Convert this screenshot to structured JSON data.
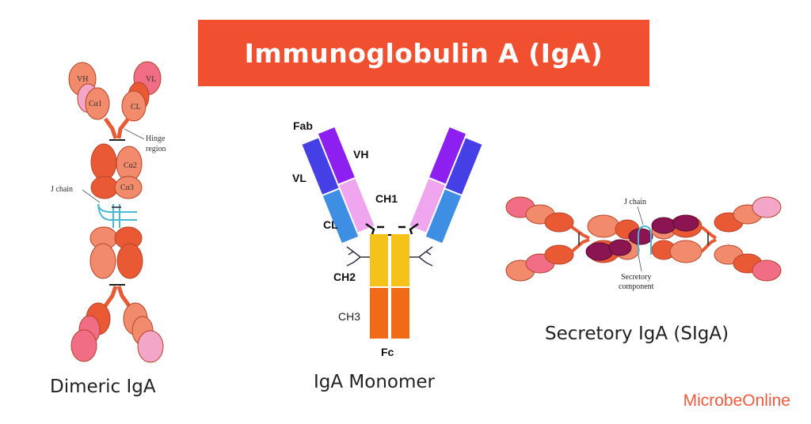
{
  "title": "Immunoglobulin A (IgA)",
  "captions": {
    "dimeric": "Dimeric IgA",
    "monomer": "IgA Monomer",
    "secretory": "Secretory IgA (SIgA)"
  },
  "brand": "MicrobeOnline",
  "dimeric_labels": {
    "vh": "VH",
    "vl": "VL",
    "ca1": "Cα1",
    "cl": "CL",
    "ca2": "Cα2",
    "ca3": "Cα3",
    "hinge_line1": "Hinge",
    "hinge_line2": "region",
    "j_chain": "J chain"
  },
  "monomer_labels": {
    "fab": "Fab",
    "vh": "VH",
    "vl": "VL",
    "ch1": "CH1",
    "cl": "CL",
    "ch2": "CH2",
    "ch3": "CH3",
    "fc": "Fc"
  },
  "secretory_labels": {
    "j_chain": "J chain",
    "secretory_line1": "Secretory",
    "secretory_line2": "component"
  },
  "colors": {
    "banner": "#f04f30",
    "orange_domain": "#e95a34",
    "salmon_domain": "#f18b6b",
    "pink_domain": "#f16d86",
    "light_pink": "#f3a6c8",
    "j_chain": "#49b8d2",
    "secretory_component": "#8a1552",
    "monomer_purple": "#8d1ff0",
    "monomer_blue": "#4540e6",
    "monomer_lightblue": "#3e8fe4",
    "monomer_lightpink": "#efa6ef",
    "monomer_yellow": "#f5c21a",
    "monomer_orange": "#f16a17",
    "brand": "#ee5a3c"
  }
}
